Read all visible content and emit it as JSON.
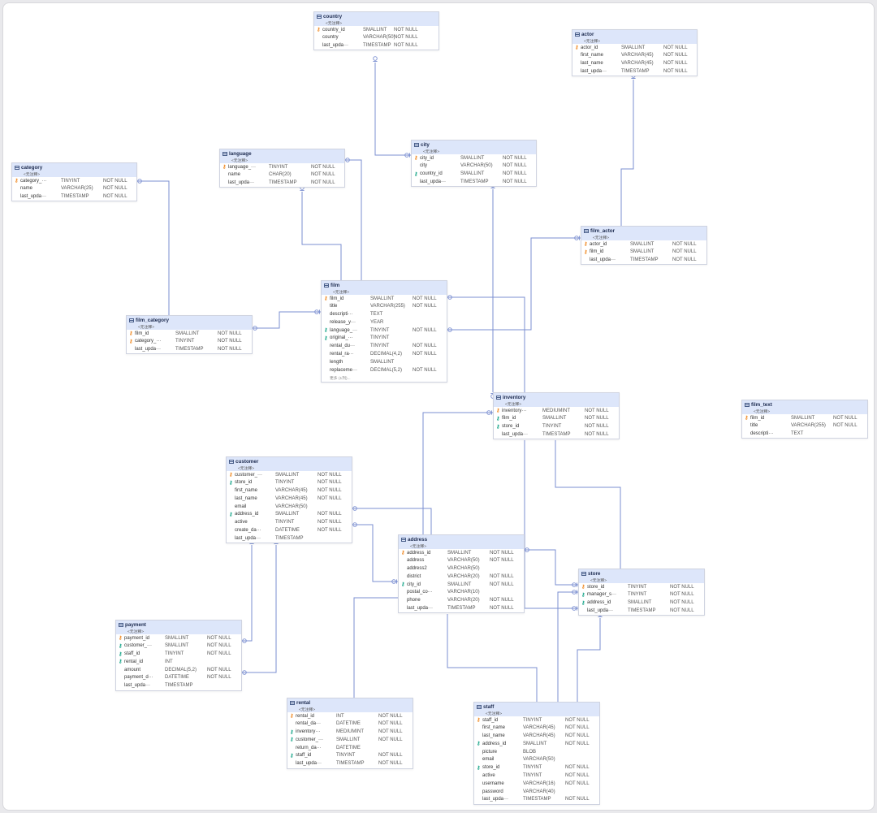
{
  "diagram": {
    "comment_placeholder": "<无注释>",
    "tables": [
      {
        "name": "country",
        "columns": [
          {
            "name": "country_id",
            "type": "SMALLINT",
            "null": "NOT NULL",
            "key": "pk"
          },
          {
            "name": "country",
            "type": "VARCHAR(50)",
            "null": "NOT NULL",
            "key": ""
          },
          {
            "name": "last_upda···",
            "type": "TIMESTAMP",
            "null": "NOT NULL",
            "key": ""
          }
        ]
      },
      {
        "name": "actor",
        "columns": [
          {
            "name": "actor_id",
            "type": "SMALLINT",
            "null": "NOT NULL",
            "key": "pk"
          },
          {
            "name": "first_name",
            "type": "VARCHAR(45)",
            "null": "NOT NULL",
            "key": ""
          },
          {
            "name": "last_name",
            "type": "VARCHAR(45)",
            "null": "NOT NULL",
            "key": ""
          },
          {
            "name": "last_upda···",
            "type": "TIMESTAMP",
            "null": "NOT NULL",
            "key": ""
          }
        ]
      },
      {
        "name": "language",
        "columns": [
          {
            "name": "language_···",
            "type": "TINYINT",
            "null": "NOT NULL",
            "key": "pk"
          },
          {
            "name": "name",
            "type": "CHAR(20)",
            "null": "NOT NULL",
            "key": ""
          },
          {
            "name": "last_upda···",
            "type": "TIMESTAMP",
            "null": "NOT NULL",
            "key": ""
          }
        ]
      },
      {
        "name": "city",
        "columns": [
          {
            "name": "city_id",
            "type": "SMALLINT",
            "null": "NOT NULL",
            "key": "pk"
          },
          {
            "name": "city",
            "type": "VARCHAR(50)",
            "null": "NOT NULL",
            "key": ""
          },
          {
            "name": "country_id",
            "type": "SMALLINT",
            "null": "NOT NULL",
            "key": "fk"
          },
          {
            "name": "last_upda···",
            "type": "TIMESTAMP",
            "null": "NOT NULL",
            "key": ""
          }
        ]
      },
      {
        "name": "category",
        "columns": [
          {
            "name": "category_···",
            "type": "TINYINT",
            "null": "NOT NULL",
            "key": "pk"
          },
          {
            "name": "name",
            "type": "VARCHAR(25)",
            "null": "NOT NULL",
            "key": ""
          },
          {
            "name": "last_upda···",
            "type": "TIMESTAMP",
            "null": "NOT NULL",
            "key": ""
          }
        ]
      },
      {
        "name": "film_actor",
        "columns": [
          {
            "name": "actor_id",
            "type": "SMALLINT",
            "null": "NOT NULL",
            "key": "pk"
          },
          {
            "name": "film_id",
            "type": "SMALLINT",
            "null": "NOT NULL",
            "key": "pk"
          },
          {
            "name": "last_upda···",
            "type": "TIMESTAMP",
            "null": "NOT NULL",
            "key": ""
          }
        ]
      },
      {
        "name": "film",
        "more": "更多 (1列)...",
        "columns": [
          {
            "name": "film_id",
            "type": "SMALLINT",
            "null": "NOT NULL",
            "key": "pk"
          },
          {
            "name": "title",
            "type": "VARCHAR(255)",
            "null": "NOT NULL",
            "key": ""
          },
          {
            "name": "descripti···",
            "type": "TEXT",
            "null": "",
            "key": ""
          },
          {
            "name": "release_y···",
            "type": "YEAR",
            "null": "",
            "key": ""
          },
          {
            "name": "language_···",
            "type": "TINYINT",
            "null": "NOT NULL",
            "key": "fk"
          },
          {
            "name": "original_···",
            "type": "TINYINT",
            "null": "",
            "key": "fk"
          },
          {
            "name": "rental_du···",
            "type": "TINYINT",
            "null": "NOT NULL",
            "key": ""
          },
          {
            "name": "rental_ra···",
            "type": "DECIMAL(4,2)",
            "null": "NOT NULL",
            "key": ""
          },
          {
            "name": "length",
            "type": "SMALLINT",
            "null": "",
            "key": ""
          },
          {
            "name": "replaceme···",
            "type": "DECIMAL(5,2)",
            "null": "NOT NULL",
            "key": ""
          }
        ]
      },
      {
        "name": "film_category",
        "columns": [
          {
            "name": "film_id",
            "type": "SMALLINT",
            "null": "NOT NULL",
            "key": "pk"
          },
          {
            "name": "category_···",
            "type": "TINYINT",
            "null": "NOT NULL",
            "key": "pk"
          },
          {
            "name": "last_upda···",
            "type": "TIMESTAMP",
            "null": "NOT NULL",
            "key": ""
          }
        ]
      },
      {
        "name": "inventory",
        "columns": [
          {
            "name": "inventory···",
            "type": "MEDIUMINT",
            "null": "NOT NULL",
            "key": "pk"
          },
          {
            "name": "film_id",
            "type": "SMALLINT",
            "null": "NOT NULL",
            "key": "fk"
          },
          {
            "name": "store_id",
            "type": "TINYINT",
            "null": "NOT NULL",
            "key": "fk"
          },
          {
            "name": "last_upda···",
            "type": "TIMESTAMP",
            "null": "NOT NULL",
            "key": ""
          }
        ]
      },
      {
        "name": "film_text",
        "columns": [
          {
            "name": "film_id",
            "type": "SMALLINT",
            "null": "NOT NULL",
            "key": "pk"
          },
          {
            "name": "title",
            "type": "VARCHAR(255)",
            "null": "NOT NULL",
            "key": ""
          },
          {
            "name": "descripti···",
            "type": "TEXT",
            "null": "",
            "key": ""
          }
        ]
      },
      {
        "name": "customer",
        "columns": [
          {
            "name": "customer_···",
            "type": "SMALLINT",
            "null": "NOT NULL",
            "key": "pk"
          },
          {
            "name": "store_id",
            "type": "TINYINT",
            "null": "NOT NULL",
            "key": "fk"
          },
          {
            "name": "first_name",
            "type": "VARCHAR(45)",
            "null": "NOT NULL",
            "key": ""
          },
          {
            "name": "last_name",
            "type": "VARCHAR(45)",
            "null": "NOT NULL",
            "key": ""
          },
          {
            "name": "email",
            "type": "VARCHAR(50)",
            "null": "",
            "key": ""
          },
          {
            "name": "address_id",
            "type": "SMALLINT",
            "null": "NOT NULL",
            "key": "fk"
          },
          {
            "name": "active",
            "type": "TINYINT",
            "null": "NOT NULL",
            "key": ""
          },
          {
            "name": "create_da···",
            "type": "DATETIME",
            "null": "NOT NULL",
            "key": ""
          },
          {
            "name": "last_upda···",
            "type": "TIMESTAMP",
            "null": "",
            "key": ""
          }
        ]
      },
      {
        "name": "address",
        "columns": [
          {
            "name": "address_id",
            "type": "SMALLINT",
            "null": "NOT NULL",
            "key": "pk"
          },
          {
            "name": "address",
            "type": "VARCHAR(50)",
            "null": "NOT NULL",
            "key": ""
          },
          {
            "name": "address2",
            "type": "VARCHAR(50)",
            "null": "",
            "key": ""
          },
          {
            "name": "district",
            "type": "VARCHAR(20)",
            "null": "NOT NULL",
            "key": ""
          },
          {
            "name": "city_id",
            "type": "SMALLINT",
            "null": "NOT NULL",
            "key": "fk"
          },
          {
            "name": "postal_co···",
            "type": "VARCHAR(10)",
            "null": "",
            "key": ""
          },
          {
            "name": "phone",
            "type": "VARCHAR(20)",
            "null": "NOT NULL",
            "key": ""
          },
          {
            "name": "last_upda···",
            "type": "TIMESTAMP",
            "null": "NOT NULL",
            "key": ""
          }
        ]
      },
      {
        "name": "store",
        "columns": [
          {
            "name": "store_id",
            "type": "TINYINT",
            "null": "NOT NULL",
            "key": "pk"
          },
          {
            "name": "manager_s···",
            "type": "TINYINT",
            "null": "NOT NULL",
            "key": "fk"
          },
          {
            "name": "address_id",
            "type": "SMALLINT",
            "null": "NOT NULL",
            "key": "fk"
          },
          {
            "name": "last_upda···",
            "type": "TIMESTAMP",
            "null": "NOT NULL",
            "key": ""
          }
        ]
      },
      {
        "name": "payment",
        "columns": [
          {
            "name": "payment_id",
            "type": "SMALLINT",
            "null": "NOT NULL",
            "key": "pk"
          },
          {
            "name": "customer_···",
            "type": "SMALLINT",
            "null": "NOT NULL",
            "key": "fk"
          },
          {
            "name": "staff_id",
            "type": "TINYINT",
            "null": "NOT NULL",
            "key": "fk"
          },
          {
            "name": "rental_id",
            "type": "INT",
            "null": "",
            "key": "fk"
          },
          {
            "name": "amount",
            "type": "DECIMAL(5,2)",
            "null": "NOT NULL",
            "key": ""
          },
          {
            "name": "payment_d···",
            "type": "DATETIME",
            "null": "NOT NULL",
            "key": ""
          },
          {
            "name": "last_upda···",
            "type": "TIMESTAMP",
            "null": "",
            "key": ""
          }
        ]
      },
      {
        "name": "rental",
        "columns": [
          {
            "name": "rental_id",
            "type": "INT",
            "null": "NOT NULL",
            "key": "pk"
          },
          {
            "name": "rental_da···",
            "type": "DATETIME",
            "null": "NOT NULL",
            "key": ""
          },
          {
            "name": "inventory···",
            "type": "MEDIUMINT",
            "null": "NOT NULL",
            "key": "fk"
          },
          {
            "name": "customer_···",
            "type": "SMALLINT",
            "null": "NOT NULL",
            "key": "fk"
          },
          {
            "name": "return_da···",
            "type": "DATETIME",
            "null": "",
            "key": ""
          },
          {
            "name": "staff_id",
            "type": "TINYINT",
            "null": "NOT NULL",
            "key": "fk"
          },
          {
            "name": "last_upda···",
            "type": "TIMESTAMP",
            "null": "NOT NULL",
            "key": ""
          }
        ]
      },
      {
        "name": "staff",
        "columns": [
          {
            "name": "staff_id",
            "type": "TINYINT",
            "null": "NOT NULL",
            "key": "pk"
          },
          {
            "name": "first_name",
            "type": "VARCHAR(45)",
            "null": "NOT NULL",
            "key": ""
          },
          {
            "name": "last_name",
            "type": "VARCHAR(45)",
            "null": "NOT NULL",
            "key": ""
          },
          {
            "name": "address_id",
            "type": "SMALLINT",
            "null": "NOT NULL",
            "key": "fk"
          },
          {
            "name": "picture",
            "type": "BLOB",
            "null": "",
            "key": ""
          },
          {
            "name": "email",
            "type": "VARCHAR(50)",
            "null": "",
            "key": ""
          },
          {
            "name": "store_id",
            "type": "TINYINT",
            "null": "NOT NULL",
            "key": "fk"
          },
          {
            "name": "active",
            "type": "TINYINT",
            "null": "NOT NULL",
            "key": ""
          },
          {
            "name": "username",
            "type": "VARCHAR(16)",
            "null": "NOT NULL",
            "key": ""
          },
          {
            "name": "password",
            "type": "VARCHAR(40)",
            "null": "",
            "key": ""
          },
          {
            "name": "last_upda···",
            "type": "TIMESTAMP",
            "null": "NOT NULL",
            "key": ""
          }
        ]
      }
    ],
    "relations": [
      {
        "from": "city",
        "to": "country"
      },
      {
        "from": "film_actor",
        "to": "actor"
      },
      {
        "from": "film_actor",
        "to": "film"
      },
      {
        "from": "film_category",
        "to": "category"
      },
      {
        "from": "film_category",
        "to": "film"
      },
      {
        "from": "film",
        "to": "language"
      },
      {
        "from": "inventory",
        "to": "film"
      },
      {
        "from": "inventory",
        "to": "store"
      },
      {
        "from": "address",
        "to": "city"
      },
      {
        "from": "customer",
        "to": "address"
      },
      {
        "from": "customer",
        "to": "store"
      },
      {
        "from": "store",
        "to": "address"
      },
      {
        "from": "store",
        "to": "staff"
      },
      {
        "from": "staff",
        "to": "address"
      },
      {
        "from": "staff",
        "to": "store"
      },
      {
        "from": "payment",
        "to": "customer"
      },
      {
        "from": "payment",
        "to": "rental"
      },
      {
        "from": "payment",
        "to": "staff"
      },
      {
        "from": "rental",
        "to": "inventory"
      },
      {
        "from": "rental",
        "to": "customer"
      },
      {
        "from": "rental",
        "to": "staff"
      }
    ]
  }
}
